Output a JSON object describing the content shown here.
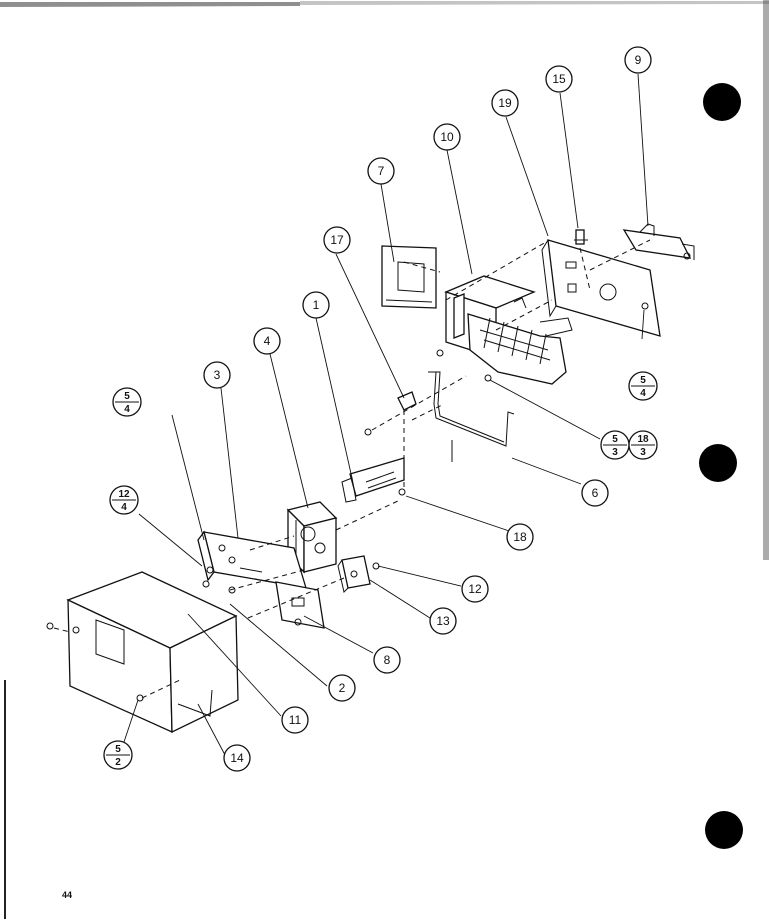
{
  "page_number": "44",
  "callouts": {
    "c1": "1",
    "c2": "2",
    "c3": "3",
    "c4": "4",
    "c6": "6",
    "c7": "7",
    "c8": "8",
    "c9": "9",
    "c10": "10",
    "c11": "11",
    "c12": "12",
    "c13": "13",
    "c14": "14",
    "c15": "15",
    "c17": "17",
    "c18": "18",
    "c19": "19"
  },
  "fractions": {
    "f5_4_left": {
      "top": "5",
      "bottom": "4"
    },
    "f12_4": {
      "top": "12",
      "bottom": "4"
    },
    "f5_4_right": {
      "top": "5",
      "bottom": "4"
    },
    "f5_3": {
      "top": "5",
      "bottom": "3"
    },
    "f18_3": {
      "top": "18",
      "bottom": "3"
    },
    "f5_2": {
      "top": "5",
      "bottom": "2"
    }
  }
}
